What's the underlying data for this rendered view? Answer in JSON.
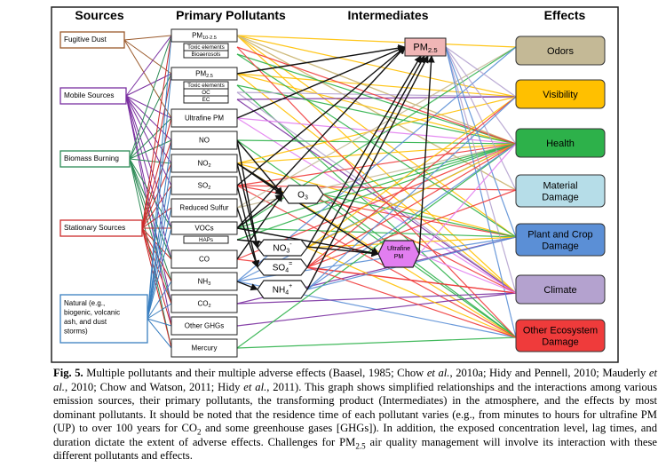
{
  "headers": {
    "sources": "Sources",
    "primary": "Primary Pollutants",
    "intermediates": "Intermediates",
    "effects": "Effects"
  },
  "sources": [
    {
      "label": "Fugitive Dust",
      "color": "#9b5a2c"
    },
    {
      "label": "Mobile Sources",
      "color": "#7a2fa0"
    },
    {
      "label": "Biomass Burning",
      "color": "#2e8b57"
    },
    {
      "label": "Stationary Sources",
      "color": "#cc2b2b"
    },
    {
      "label": "Natural (e.g., biogenic, volcanic ash, and dust storms)",
      "color": "#3a7fc0"
    }
  ],
  "primary": [
    {
      "label": "PM10-2.5",
      "main": "PM",
      "sub": "10-2.5"
    },
    {
      "label": "Toxic elements"
    },
    {
      "label": "Bioaerosols"
    },
    {
      "label": "PM2.5",
      "main": "PM",
      "sub": "2.5"
    },
    {
      "label": "Toxic elements"
    },
    {
      "label": "OC"
    },
    {
      "label": "EC"
    },
    {
      "label": "Ultrafine PM"
    },
    {
      "label": "NO"
    },
    {
      "label": "NO2",
      "main": "NO",
      "sub": "2"
    },
    {
      "label": "SO2",
      "main": "SO",
      "sub": "2"
    },
    {
      "label": "Reduced Sulfur"
    },
    {
      "label": "VOCs"
    },
    {
      "label": "HAPs"
    },
    {
      "label": "CO"
    },
    {
      "label": "NH3",
      "main": "NH",
      "sub": "3"
    },
    {
      "label": "CO2",
      "main": "CO",
      "sub": "2"
    },
    {
      "label": "Other GHGs"
    },
    {
      "label": "Mercury"
    }
  ],
  "intermediates": [
    {
      "label": "PM2.5",
      "main": "PM",
      "sub": "2.5"
    },
    {
      "label": "O3",
      "main": "O",
      "sub": "3"
    },
    {
      "label": "NO3-",
      "main": "NO",
      "sub": "3",
      "sup": "-"
    },
    {
      "label": "SO4=",
      "main": "SO",
      "sub": "4",
      "sup": "="
    },
    {
      "label": "NH4+",
      "main": "NH",
      "sub": "4",
      "sup": "+"
    },
    {
      "label": "Ultrafine PM"
    }
  ],
  "effects": [
    {
      "label": "Odors",
      "fill": "#c4b996"
    },
    {
      "label": "Visibility",
      "fill": "#ffc000"
    },
    {
      "label": "Health",
      "fill": "#2db14a"
    },
    {
      "label": "Material Damage",
      "fill": "#b6dde8"
    },
    {
      "label": "Plant and Crop Damage",
      "fill": "#5b8fd6"
    },
    {
      "label": "Climate",
      "fill": "#b4a2cf"
    },
    {
      "label": "Other Ecosystem Damage",
      "fill": "#ef3b3b"
    }
  ],
  "caption": {
    "fig": "Fig. 5.",
    "p1": " Multiple pollutants and their multiple adverse effects (Baasel, 1985; Chow ",
    "etal1": "et al.",
    "p2": ", 2010a; Hidy and Pennell, 2010; Mauderly ",
    "etal2": "et al.",
    "p3": ", 2010; Chow and Watson, 2011; Hidy ",
    "etal3": "et al.",
    "p4": ", 2011). This graph shows simplified relationships and the interactions among various emission sources, their primary pollutants, the transforming product (Intermediates) in the atmosphere, and the effects by most dominant pollutants. It should be noted that the residence time of each pollutant varies (e.g., from minutes to hours for ultrafine PM (UP) to over 100 years for CO",
    "sub1": "2",
    "p5": " and some greenhouse gases [GHGs]). In addition, the exposed concentration level, lag times, and duration dictate the extent of adverse effects. Challenges for PM",
    "sub2": "2.5",
    "p6": " air quality management will involve its interaction with these different pollutants and effects."
  }
}
